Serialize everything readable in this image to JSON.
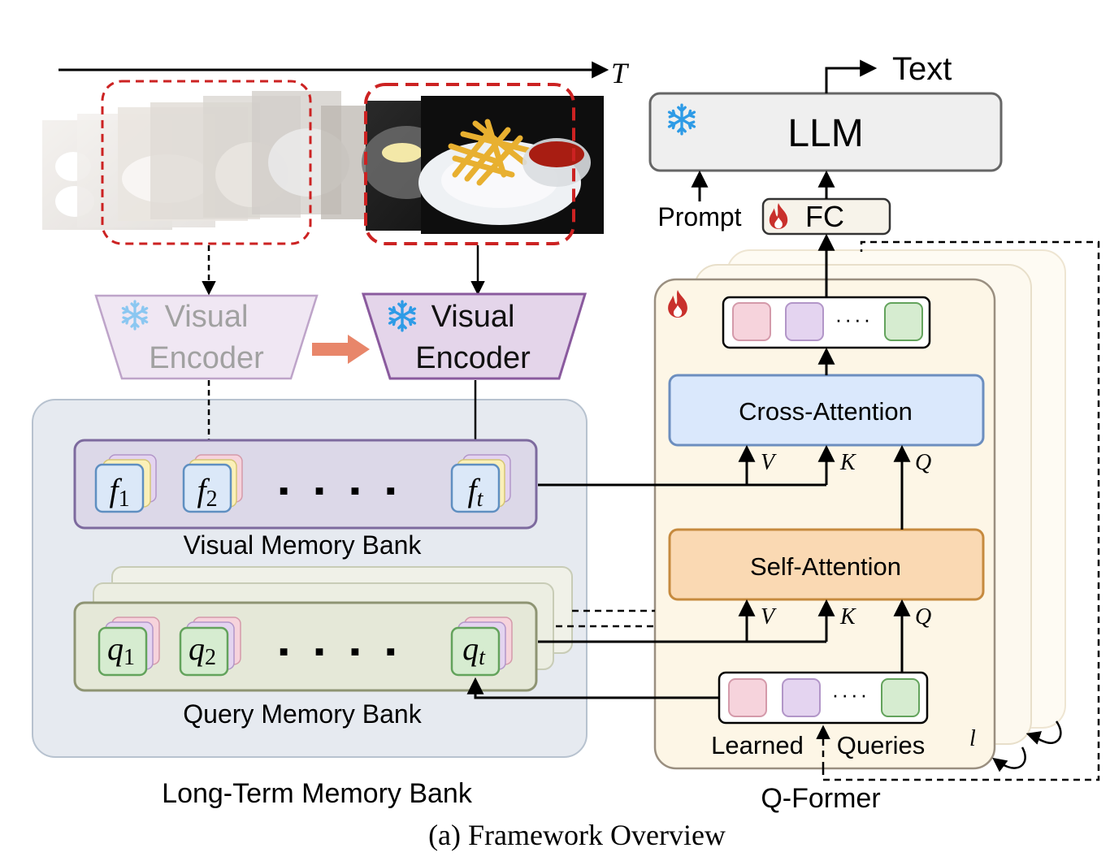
{
  "timeline": {
    "axis_label": "T"
  },
  "output": {
    "label": "Text"
  },
  "llm": {
    "label": "LLM"
  },
  "prompt": {
    "label": "Prompt"
  },
  "fc": {
    "label": "FC"
  },
  "encoders": {
    "previous": {
      "line1": "Visual",
      "line2": "Encoder"
    },
    "current": {
      "line1": "Visual",
      "line2": "Encoder"
    }
  },
  "visual_memory_bank": {
    "label": "Visual Memory Bank",
    "tokens": [
      {
        "base": "f",
        "sub": "1"
      },
      {
        "base": "f",
        "sub": "2"
      },
      {
        "base": "f",
        "sub": "t"
      }
    ],
    "ellipsis": "■ ■ ■ ■"
  },
  "query_memory_bank": {
    "label": "Query Memory Bank",
    "tokens": [
      {
        "base": "q",
        "sub": "1"
      },
      {
        "base": "q",
        "sub": "2"
      },
      {
        "base": "q",
        "sub": "t"
      }
    ],
    "ellipsis": "■ ■ ■ ■"
  },
  "long_term_memory_bank": {
    "label": "Long-Term Memory Bank"
  },
  "qformer": {
    "label": "Q-Former",
    "cross_attention": "Cross-Attention",
    "self_attention": "Self-Attention",
    "cross_inputs": [
      "V",
      "K",
      "Q"
    ],
    "self_inputs": [
      "V",
      "K",
      "Q"
    ],
    "learned_queries_line1": "Learned",
    "learned_queries_line2": "Queries",
    "layer_symbol": "l",
    "token_dots": "····"
  },
  "caption": "(a) Framework Overview",
  "colors": {
    "dashed_red": "#cc2222",
    "encoder_fill": "#e4d5ea",
    "encoder_stroke": "#8a5a9e",
    "visual_bank_fill": "#dcd8e8",
    "query_bank_fill": "#e5e8d8",
    "ltm_fill": "#e6eaf0",
    "qformer_fill": "#fdf6e6",
    "cross_attention_fill": "#dae8fc",
    "self_attention_fill": "#fad9b3",
    "arrow_orange": "#e8866a",
    "snowflake": "#2e9be6",
    "fire": "#c9302c"
  },
  "icons": [
    "snowflake-icon",
    "fire-icon"
  ]
}
